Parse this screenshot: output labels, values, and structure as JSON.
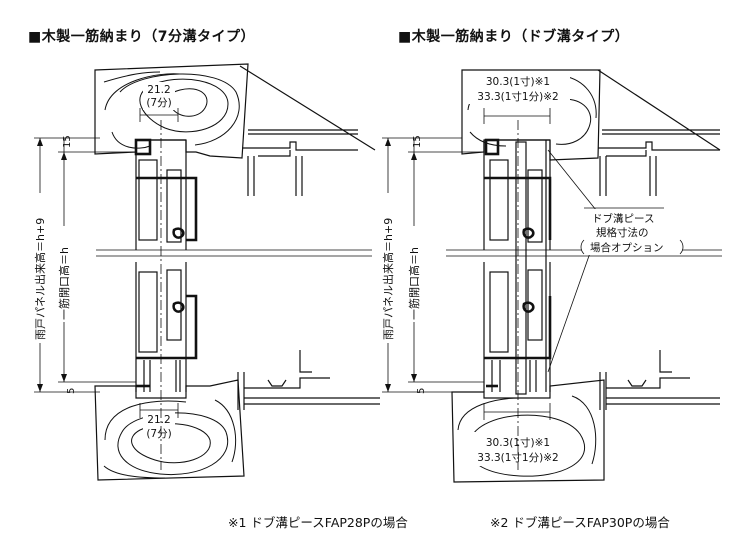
{
  "left": {
    "title": "■木製一筋納まり（7分溝タイプ）",
    "dim_top_line1": "21.2",
    "dim_top_line2": "(7分)",
    "dim_bottom_line1": "21.2",
    "dim_bottom_line2": "(7分)",
    "dim_15": "15",
    "dim_5": "5",
    "label_outer": "雨戸パネル出来高＝h+9",
    "label_inner": "一筋開口高＝h"
  },
  "right": {
    "title": "■木製一筋納まり（ドブ溝タイプ）",
    "dim_top_line1": "30.3(1寸)※1",
    "dim_top_line2": "33.3(1寸1分)※2",
    "dim_bottom_line1": "30.3(1寸)※1",
    "dim_bottom_line2": "33.3(1寸1分)※2",
    "dim_15": "15",
    "dim_5": "5",
    "label_outer": "雨戸パネル出来高＝h+9",
    "label_inner": "一筋開口高＝h",
    "callout_line1": "ドブ溝ピース",
    "callout_line2": "規格寸法の",
    "callout_line3": "場合オプション"
  },
  "footnote1": "※1 ドブ溝ピースFAP28Pの場合",
  "footnote2": "※2 ドブ溝ピースFAP30Pの場合"
}
